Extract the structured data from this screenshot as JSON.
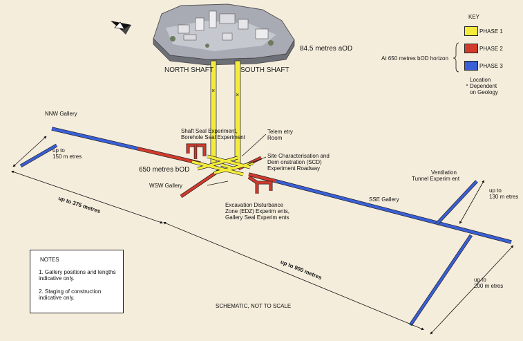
{
  "key": {
    "title": "KEY",
    "phases": [
      {
        "label": "PHASE 1",
        "color": "#f4ec3c"
      },
      {
        "label": "PHASE 2",
        "color": "#d23a2c"
      },
      {
        "label": "PHASE 3",
        "color": "#3a5fd6"
      }
    ],
    "horizon_note": "At 650 metres bOD horizon",
    "location_note": [
      "Location",
      "Dependent",
      "on Geology"
    ]
  },
  "surface": {
    "elevation": "84.5 metres aOD",
    "north_shaft": "NORTH SHAFT",
    "south_shaft": "SOUTH SHAFT"
  },
  "labels": {
    "nnw_gallery": "NNW Gallery",
    "shaft_seal": [
      "Shaft Seal Experiment,",
      "Borehole Seal Experiment"
    ],
    "telemetry": [
      "Telem etry",
      "Room"
    ],
    "scd": [
      "Site Characterisation and",
      "Dem onstration (SCD)",
      "Experiment Roadway"
    ],
    "depth": "650 metres bOD",
    "wsw_gallery": "WSW Gallery",
    "edz": [
      "Excavation Disturbance",
      "Zone (EDZ) Experim ents,",
      "Gallery Seal Experim ents"
    ],
    "sse_gallery": "SSE Gallery",
    "ventilation": [
      "Ventilation",
      "Tunnel Experim ent"
    ]
  },
  "dimensions": {
    "nnw_width": [
      "up to",
      "150 m etres"
    ],
    "length_375": "up to 375 metres",
    "length_900": "up to 900 metres",
    "vent_width": [
      "up to",
      "130 m etres"
    ],
    "end_width": [
      "up to",
      "200 m etres"
    ]
  },
  "notes": {
    "title": "NOTES",
    "items": [
      [
        "1.  Gallery positions and lengths",
        "     indicative only."
      ],
      [
        "2.  Staging of construction",
        "     indicative only."
      ]
    ]
  },
  "footer": "SCHEMATIC, NOT TO SCALE"
}
